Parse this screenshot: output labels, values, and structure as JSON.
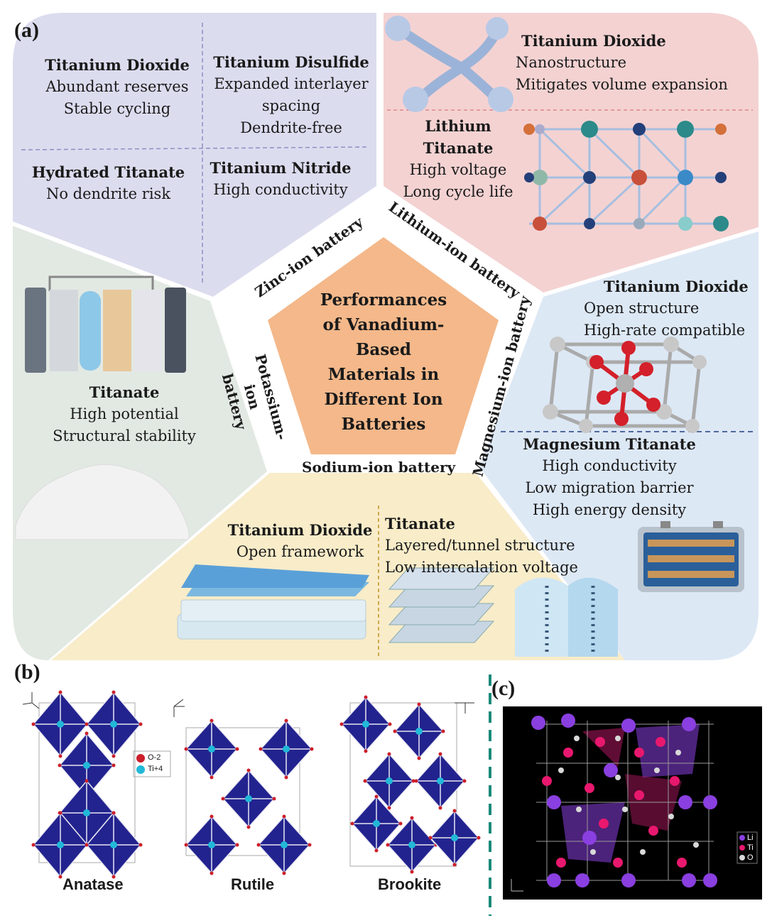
{
  "panel_labels": {
    "a": "(a)",
    "b": "(b)",
    "c": "(c)"
  },
  "center": {
    "lines": [
      "Performances",
      "of Vanadium-",
      "Based",
      "Materials in",
      "Different Ion",
      "Batteries"
    ]
  },
  "batteries": {
    "zinc": "Zinc-ion battery",
    "lithium": "Lithium-ion battery",
    "magnesium": "Magnesium-ion battery",
    "sodium": "Sodium-ion battery",
    "potassium": "Potassium-ion battery"
  },
  "zinc": {
    "tio2": {
      "title": "Titanium Dioxide",
      "lines": [
        "Abundant reserves",
        "Stable cycling"
      ]
    },
    "tis2": {
      "title": "Titanium Disulfide",
      "lines": [
        "Expanded interlayer",
        "spacing",
        "Dendrite-free"
      ]
    },
    "hydrated": {
      "title": "Hydrated Titanate",
      "lines": [
        "No dendrite risk"
      ]
    },
    "nitride": {
      "title": "Titanium Nitride",
      "lines": [
        "High conductivity"
      ]
    }
  },
  "lithium": {
    "tio2": {
      "title": "Titanium Dioxide",
      "lines": [
        "Nanostructure",
        "Mitigates volume expansion"
      ]
    },
    "lto": {
      "title": [
        "Lithium",
        "Titanate"
      ],
      "lines": [
        "High voltage",
        "Long cycle life"
      ]
    }
  },
  "magnesium": {
    "tio2": {
      "title": "Titanium Dioxide",
      "lines": [
        "Open structure",
        "High-rate compatible"
      ]
    },
    "mgti": {
      "title": "Magnesium Titanate",
      "lines": [
        "High conductivity",
        "Low migration barrier",
        "High energy density"
      ]
    }
  },
  "sodium": {
    "tio2": {
      "title": "Titanium Dioxide",
      "lines": [
        "Open framework"
      ]
    },
    "titanate": {
      "title": "Titanate",
      "lines": [
        "Layered/tunnel structure",
        "Low intercalation voltage"
      ]
    }
  },
  "potassium": {
    "titanate": {
      "title": "Titanate",
      "lines": [
        "High potential",
        "Structural stability"
      ]
    }
  },
  "panel_b": {
    "captions": [
      "Anatase",
      "Rutile",
      "Brookite"
    ],
    "legend": [
      "O-2",
      "Ti+4"
    ]
  },
  "panel_c": {
    "legend": [
      "Li",
      "Ti",
      "O"
    ]
  },
  "colors": {
    "zinc_bg": "#dcdcef",
    "lithium_bg": "#f4d2d2",
    "magnesium_bg": "#dde8f5",
    "sodium_bg": "#f8ecc9",
    "potassium_bg": "#e2e9e3",
    "center_bg": "#f4b88a",
    "octahedron": "#23238f",
    "ti_atom": "#22b8d8",
    "o_atom": "#cc1f2a",
    "li_atom": "#8a3fe0",
    "ti_atom_c": "#e8186e"
  }
}
